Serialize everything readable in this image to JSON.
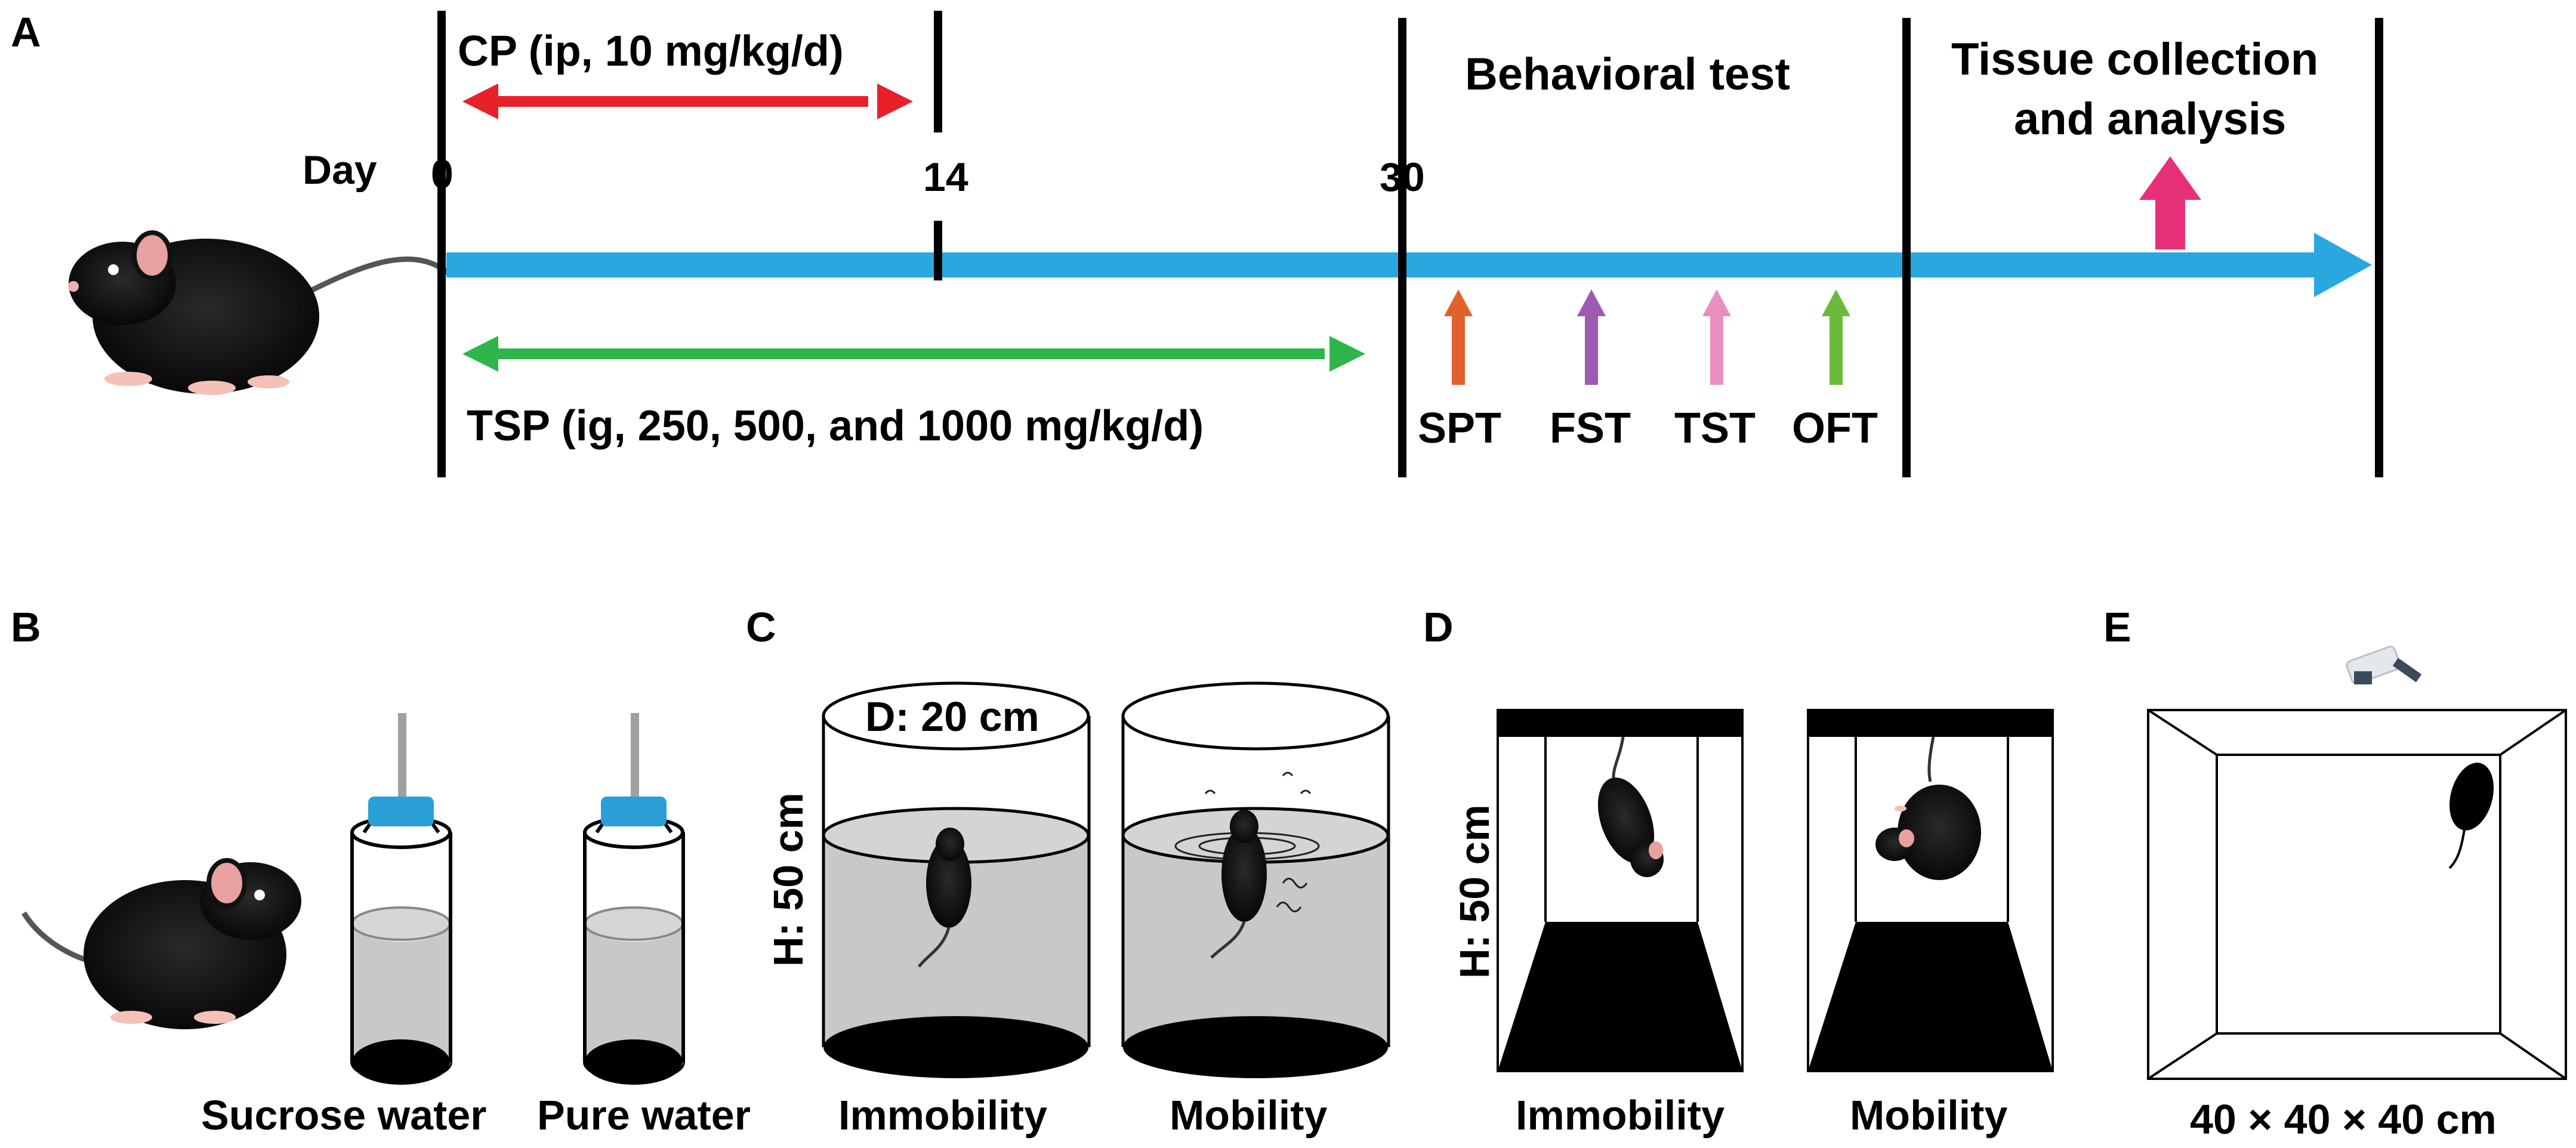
{
  "panel_a": {
    "letter": "A",
    "day_label": "Day",
    "ticks": [
      "0",
      "14",
      "30"
    ],
    "cp_label": "CP (ip, 10 mg/kg/d)",
    "tsp_label": "TSP (ig, 250, 500, and 1000 mg/kg/d)",
    "behavioral_label": "Behavioral test",
    "tissue_line1": "Tissue collection",
    "tissue_line2": "and analysis",
    "tests": [
      {
        "label": "SPT",
        "color": "#e0622a"
      },
      {
        "label": "FST",
        "color": "#9b5bb0"
      },
      {
        "label": "TST",
        "color": "#e88fc0"
      },
      {
        "label": "OFT",
        "color": "#6cba3c"
      }
    ],
    "colors": {
      "timeline": "#29a8e0",
      "cp": "#e8202a",
      "tsp": "#2eb54a",
      "tissue": "#e8307a"
    }
  },
  "panel_b": {
    "letter": "B",
    "bottle1": "Sucrose water",
    "bottle2": "Pure water",
    "cap_color": "#2a9fd8"
  },
  "panel_c": {
    "letter": "C",
    "diameter": "D: 20 cm",
    "height": "H: 50 cm",
    "left": "Immobility",
    "right": "Mobility"
  },
  "panel_d": {
    "letter": "D",
    "height": "H: 50 cm",
    "left": "Immobility",
    "right": "Mobility"
  },
  "panel_e": {
    "letter": "E",
    "size": "40 × 40 × 40 cm"
  }
}
